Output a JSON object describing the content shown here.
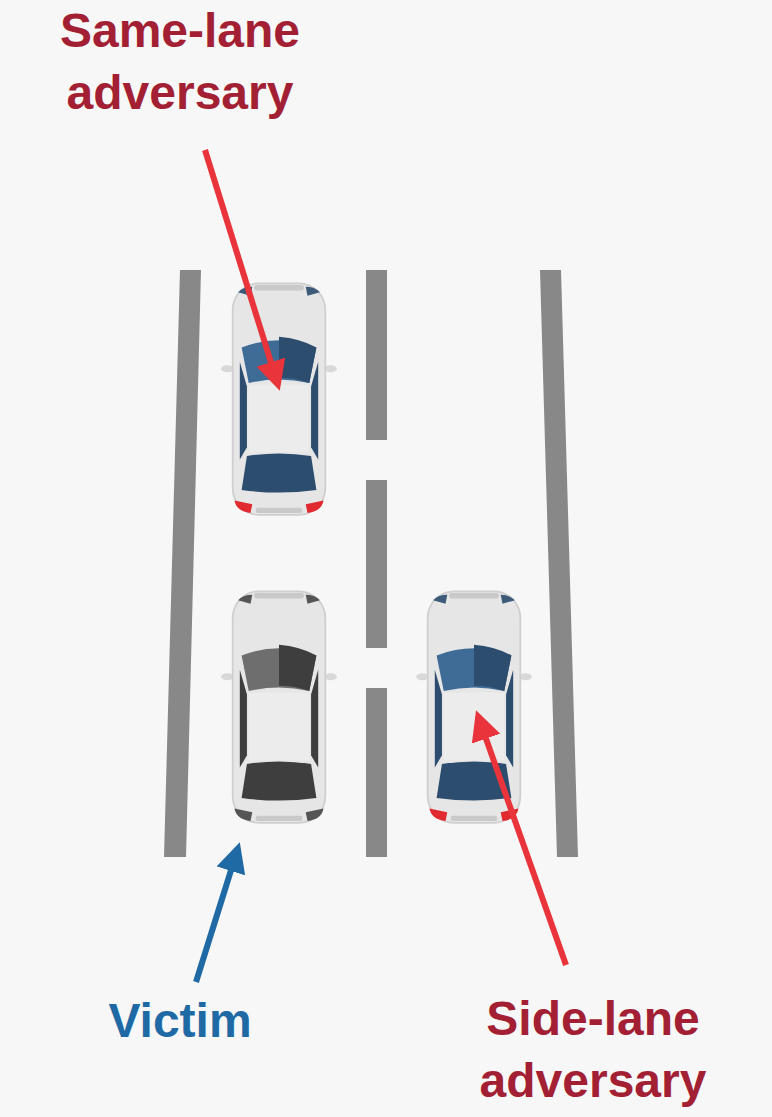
{
  "diagram": {
    "labels": [
      "Same-lane adversary",
      "Victim",
      "Side-lane adversary"
    ]
  }
}
